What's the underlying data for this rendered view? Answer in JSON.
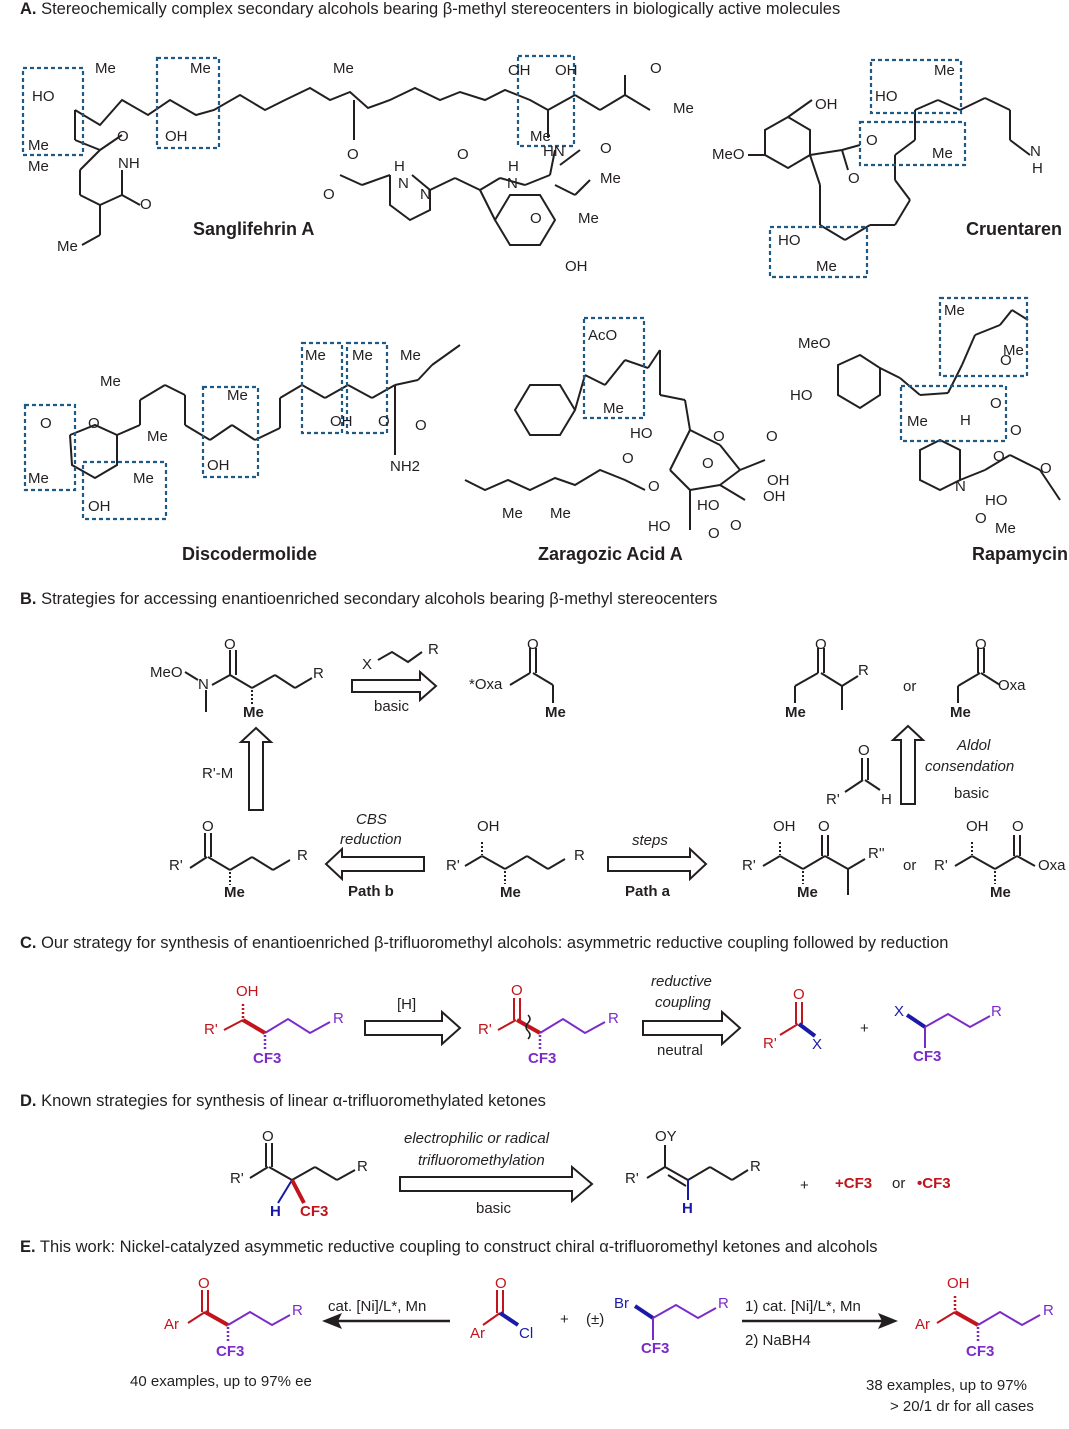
{
  "colors": {
    "text": "#231f20",
    "highlight_box": "#1f5a86",
    "red": "#c0151c",
    "purple": "#7b2cc8",
    "blue": "#1a1aa8"
  },
  "panel_a": {
    "letter": "A.",
    "title": "Stereochemically complex secondary alcohols bearing β-methyl stereocenters in biologically active molecules",
    "molecules": [
      {
        "name": "Sanglifehrin A"
      },
      {
        "name": "Cruentaren"
      },
      {
        "name": "Discodermolide"
      },
      {
        "name": "Zaragozic Acid A"
      },
      {
        "name": "Rapamycin"
      }
    ],
    "atom_labels": {
      "me": "Me",
      "oh": "OH",
      "ho": "HO",
      "o": "O",
      "nh": "NH",
      "hn": "HN",
      "meo": "MeO",
      "aco": "AcO",
      "nh2": "NH2",
      "h": "H",
      "n": "N"
    }
  },
  "panel_b": {
    "letter": "B.",
    "title": "Strategies for accessing enantioenriched secondary alcohols  bearing β-methyl stereocenters",
    "weinreb_labels": {
      "meo": "MeO",
      "n": "N",
      "o": "O",
      "r": "R",
      "me": "Me"
    },
    "alkylation": {
      "reagent_x": "X",
      "reagent_r": "R",
      "condition": "basic"
    },
    "oxa_label": "*Oxa",
    "organometal": "R'-M",
    "cbs": {
      "line1": "CBS",
      "line2": "reduction",
      "path": "Path b"
    },
    "steps": {
      "label": "steps",
      "path": "Path a"
    },
    "aldol": {
      "line1": "Aldol",
      "line2": "consendation",
      "line3": "basic"
    },
    "or_label": "or",
    "labels": {
      "r": "R",
      "r_prime": "R'",
      "r_double_prime": "R''",
      "me": "Me",
      "oh": "OH",
      "o": "O",
      "h": "H",
      "oxa": "Oxa",
      "star": "*"
    }
  },
  "panel_c": {
    "letter": "C.",
    "title": "Our strategy for synthesis of enantioenriched β-trifluoromethyl alcohols: asymmetric reductive coupling followed by reduction",
    "step1_label": "[H]",
    "step2": {
      "line1": "reductive",
      "line2": "coupling",
      "condition": "neutral"
    },
    "labels": {
      "oh": "OH",
      "o": "O",
      "r": "R",
      "r_prime": "R'",
      "cf3": "CF3",
      "x": "X",
      "plus": "+"
    }
  },
  "panel_d": {
    "letter": "D.",
    "title": "Known strategies for synthesis of linear α-trifluoromethylated ketones",
    "reaction": {
      "line1": "electrophilic or radical",
      "line2": "trifluoromethylation",
      "condition": "basic"
    },
    "labels": {
      "o": "O",
      "oy": "OY",
      "r": "R",
      "r_prime": "R'",
      "h": "H",
      "cf3": "CF3",
      "plus": "+",
      "cation": "+CF3",
      "or": "or",
      "radical": "•CF3"
    }
  },
  "panel_e": {
    "letter": "E.",
    "title": "This work: Nickel-catalyzed asymmetic reductive coupling to construct chiral α-trifluoromethyl ketones and alcohols",
    "left_conditions": "cat. [Ni]/L*, Mn",
    "right_conditions_1": "1) cat. [Ni]/L*, Mn",
    "right_conditions_2": "2) NaBH4",
    "racemic": "(±)",
    "left_result": "40 examples, up to 97% ee",
    "right_result_1": "38 examples, up to 97%",
    "right_result_2": "> 20/1 dr for all cases",
    "labels": {
      "ar": "Ar",
      "o": "O",
      "oh": "OH",
      "cl": "Cl",
      "br": "Br",
      "r": "R",
      "cf3": "CF3",
      "plus": "+"
    }
  }
}
